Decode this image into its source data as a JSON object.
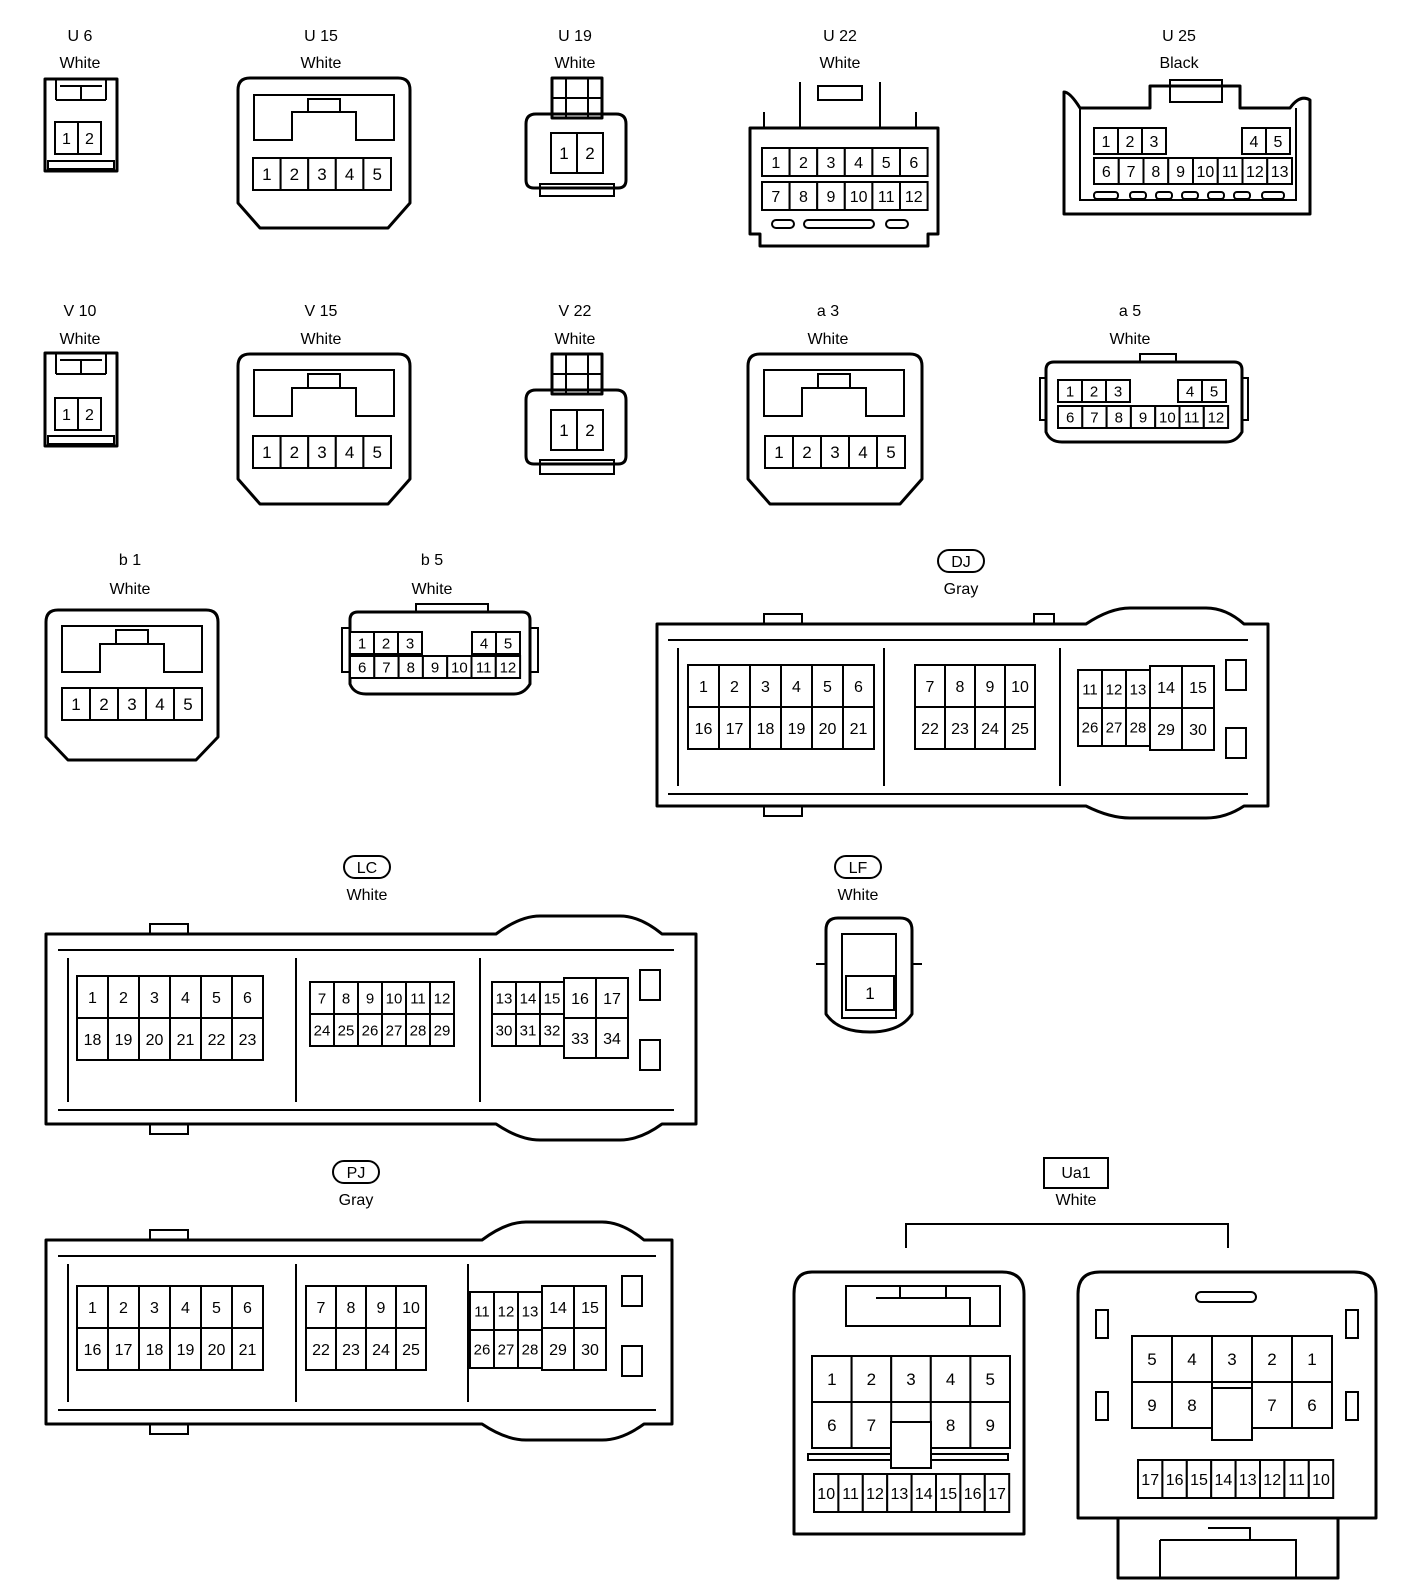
{
  "connectors": [
    {
      "id": "u6",
      "code": "U 6",
      "color": "White",
      "tag": "plain",
      "rows": [
        [
          "1",
          "2"
        ]
      ]
    },
    {
      "id": "u15",
      "code": "U 15",
      "color": "White",
      "tag": "plain",
      "rows": [
        [
          "1",
          "2",
          "3",
          "4",
          "5"
        ]
      ]
    },
    {
      "id": "u19",
      "code": "U 19",
      "color": "White",
      "tag": "plain",
      "rows": [
        [
          "1",
          "2"
        ]
      ]
    },
    {
      "id": "u22",
      "code": "U 22",
      "color": "White",
      "tag": "plain",
      "rows": [
        [
          "1",
          "2",
          "3",
          "4",
          "5",
          "6"
        ],
        [
          "7",
          "8",
          "9",
          "10",
          "11",
          "12"
        ]
      ]
    },
    {
      "id": "u25",
      "code": "U 25",
      "color": "Black",
      "tag": "plain",
      "rows": [
        [
          "1",
          "2",
          "3",
          "4",
          "5"
        ],
        [
          "6",
          "7",
          "8",
          "9",
          "10",
          "11",
          "12",
          "13"
        ]
      ]
    },
    {
      "id": "v10",
      "code": "V 10",
      "color": "White",
      "tag": "plain",
      "rows": [
        [
          "1",
          "2"
        ]
      ]
    },
    {
      "id": "v15",
      "code": "V 15",
      "color": "White",
      "tag": "plain",
      "rows": [
        [
          "1",
          "2",
          "3",
          "4",
          "5"
        ]
      ]
    },
    {
      "id": "v22",
      "code": "V 22",
      "color": "White",
      "tag": "plain",
      "rows": [
        [
          "1",
          "2"
        ]
      ]
    },
    {
      "id": "a3",
      "code": "a 3",
      "color": "White",
      "tag": "plain",
      "rows": [
        [
          "1",
          "2",
          "3",
          "4",
          "5"
        ]
      ]
    },
    {
      "id": "a5",
      "code": "a 5",
      "color": "White",
      "tag": "plain",
      "rows": [
        [
          "1",
          "2",
          "3",
          "4",
          "5"
        ],
        [
          "6",
          "7",
          "8",
          "9",
          "10",
          "11",
          "12"
        ]
      ]
    },
    {
      "id": "b1",
      "code": "b 1",
      "color": "White",
      "tag": "plain",
      "rows": [
        [
          "1",
          "2",
          "3",
          "4",
          "5"
        ]
      ]
    },
    {
      "id": "b5",
      "code": "b 5",
      "color": "White",
      "tag": "plain",
      "rows": [
        [
          "1",
          "2",
          "3",
          "4",
          "5"
        ],
        [
          "6",
          "7",
          "8",
          "9",
          "10",
          "11",
          "12"
        ]
      ]
    },
    {
      "id": "dj",
      "code": "DJ",
      "color": "Gray",
      "tag": "oval",
      "rows": [
        [
          "1",
          "2",
          "3",
          "4",
          "5",
          "6",
          "7",
          "8",
          "9",
          "10",
          "11",
          "12",
          "13",
          "14",
          "15"
        ],
        [
          "16",
          "17",
          "18",
          "19",
          "20",
          "21",
          "22",
          "23",
          "24",
          "25",
          "26",
          "27",
          "28",
          "29",
          "30"
        ]
      ]
    },
    {
      "id": "lc",
      "code": "LC",
      "color": "White",
      "tag": "oval",
      "rows": [
        [
          "1",
          "2",
          "3",
          "4",
          "5",
          "6",
          "7",
          "8",
          "9",
          "10",
          "11",
          "12",
          "13",
          "14",
          "15",
          "16",
          "17"
        ],
        [
          "18",
          "19",
          "20",
          "21",
          "22",
          "23",
          "24",
          "25",
          "26",
          "27",
          "28",
          "29",
          "30",
          "31",
          "32",
          "33",
          "34"
        ]
      ]
    },
    {
      "id": "lf",
      "code": "LF",
      "color": "White",
      "tag": "oval",
      "rows": [
        [
          "1"
        ]
      ]
    },
    {
      "id": "pj",
      "code": "PJ",
      "color": "Gray",
      "tag": "oval",
      "rows": [
        [
          "1",
          "2",
          "3",
          "4",
          "5",
          "6",
          "7",
          "8",
          "9",
          "10",
          "11",
          "12",
          "13",
          "14",
          "15"
        ],
        [
          "16",
          "17",
          "18",
          "19",
          "20",
          "21",
          "22",
          "23",
          "24",
          "25",
          "26",
          "27",
          "28",
          "29",
          "30"
        ]
      ]
    },
    {
      "id": "ua1",
      "code": "Ua1",
      "color": "White",
      "tag": "box",
      "rows": [
        [
          "1",
          "2",
          "3",
          "4",
          "5"
        ],
        [
          "6",
          "7",
          "8",
          "9"
        ],
        [
          "10",
          "11",
          "12",
          "13",
          "14",
          "15",
          "16",
          "17"
        ],
        [
          "5",
          "4",
          "3",
          "2",
          "1"
        ],
        [
          "9",
          "8",
          "7",
          "6"
        ],
        [
          "17",
          "16",
          "15",
          "14",
          "13",
          "12",
          "11",
          "10"
        ]
      ]
    }
  ]
}
